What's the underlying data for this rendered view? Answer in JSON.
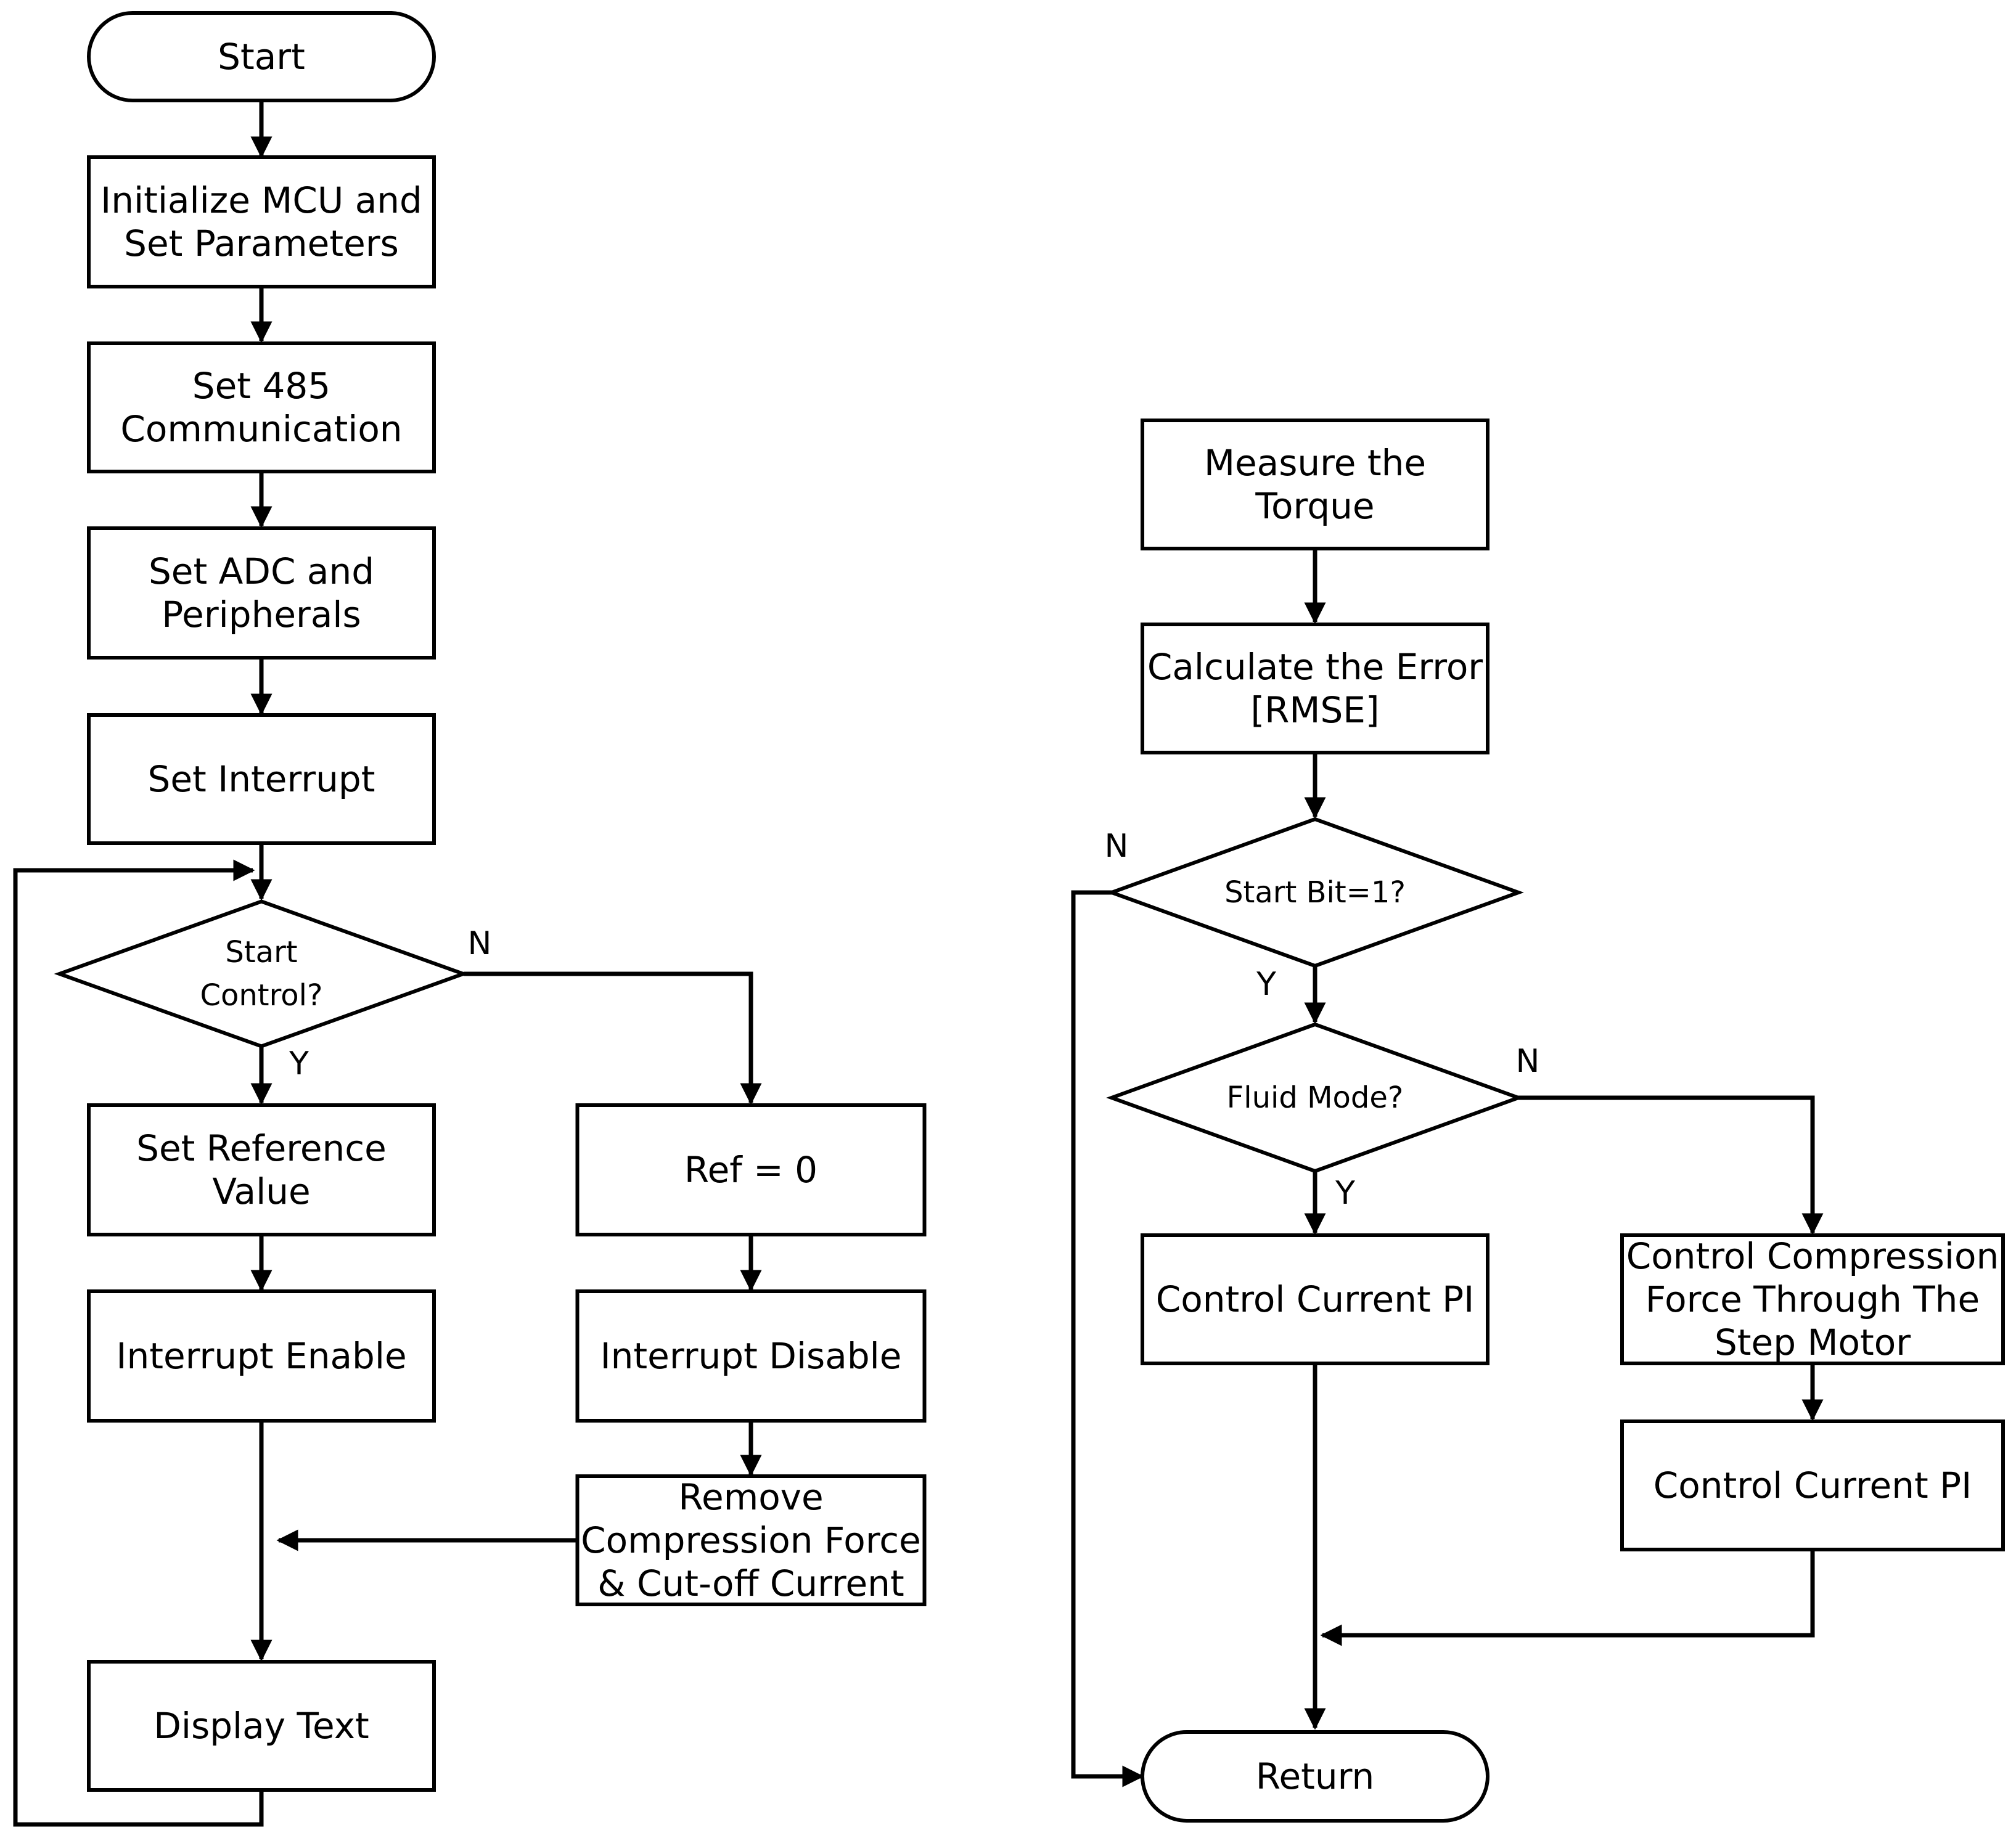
{
  "nodes": {
    "start": {
      "shape": "terminal",
      "lines": [
        "Start"
      ]
    },
    "init_mcu": {
      "shape": "process",
      "lines": [
        "Initialize MCU and",
        "Set Parameters"
      ]
    },
    "set_485": {
      "shape": "process",
      "lines": [
        "Set 485",
        "Communication"
      ]
    },
    "set_adc": {
      "shape": "process",
      "lines": [
        "Set ADC and",
        "Peripherals"
      ]
    },
    "set_interrupt": {
      "shape": "process",
      "lines": [
        "Set Interrupt"
      ]
    },
    "start_control": {
      "shape": "decision",
      "lines": [
        "Start",
        "Control?"
      ]
    },
    "set_ref": {
      "shape": "process",
      "lines": [
        "Set Reference",
        "Value"
      ]
    },
    "ref_zero": {
      "shape": "process",
      "lines": [
        "Ref = 0"
      ]
    },
    "int_enable": {
      "shape": "process",
      "lines": [
        "Interrupt Enable"
      ]
    },
    "int_disable": {
      "shape": "process",
      "lines": [
        "Interrupt Disable"
      ]
    },
    "remove_force": {
      "shape": "process",
      "lines": [
        "Remove",
        "Compression Force",
        "& Cut-off Current"
      ]
    },
    "display_text": {
      "shape": "process",
      "lines": [
        "Display Text"
      ]
    },
    "measure_torque": {
      "shape": "process",
      "lines": [
        "Measure the",
        "Torque"
      ]
    },
    "calc_error": {
      "shape": "process",
      "lines": [
        "Calculate the Error",
        "[RMSE]"
      ]
    },
    "start_bit": {
      "shape": "decision",
      "lines": [
        "Start Bit=1?"
      ]
    },
    "fluid_mode": {
      "shape": "decision",
      "lines": [
        "Fluid Mode?"
      ]
    },
    "ctrl_pi_left": {
      "shape": "process",
      "lines": [
        "Control Current PI"
      ]
    },
    "ctrl_compression": {
      "shape": "process",
      "lines": [
        "Control Compression",
        "Force Through The",
        "Step Motor"
      ]
    },
    "ctrl_pi_right": {
      "shape": "process",
      "lines": [
        "Control Current PI"
      ]
    },
    "return": {
      "shape": "terminal",
      "lines": [
        "Return"
      ]
    }
  },
  "edges": [
    {
      "from": "start",
      "to": "init_mcu"
    },
    {
      "from": "init_mcu",
      "to": "set_485"
    },
    {
      "from": "set_485",
      "to": "set_adc"
    },
    {
      "from": "set_adc",
      "to": "set_interrupt"
    },
    {
      "from": "set_interrupt",
      "to": "start_control"
    },
    {
      "from": "start_control",
      "to": "set_ref",
      "label": "Y"
    },
    {
      "from": "start_control",
      "to": "ref_zero",
      "label": "N"
    },
    {
      "from": "set_ref",
      "to": "int_enable"
    },
    {
      "from": "ref_zero",
      "to": "int_disable"
    },
    {
      "from": "int_disable",
      "to": "remove_force"
    },
    {
      "from": "int_enable",
      "to": "display_text"
    },
    {
      "from": "remove_force",
      "to": "display_text"
    },
    {
      "from": "display_text",
      "to": "start_control"
    },
    {
      "from": "measure_torque",
      "to": "calc_error"
    },
    {
      "from": "calc_error",
      "to": "start_bit"
    },
    {
      "from": "start_bit",
      "to": "fluid_mode",
      "label": "Y"
    },
    {
      "from": "start_bit",
      "to": "return",
      "label": "N"
    },
    {
      "from": "fluid_mode",
      "to": "ctrl_pi_left",
      "label": "Y"
    },
    {
      "from": "fluid_mode",
      "to": "ctrl_compression",
      "label": "N"
    },
    {
      "from": "ctrl_compression",
      "to": "ctrl_pi_right"
    },
    {
      "from": "ctrl_pi_left",
      "to": "return"
    },
    {
      "from": "ctrl_pi_right",
      "to": "return"
    }
  ],
  "branch_labels": {
    "start_control_n": "N",
    "start_control_y": "Y",
    "start_bit_n": "N",
    "start_bit_y": "Y",
    "fluid_mode_n": "N",
    "fluid_mode_y": "Y"
  },
  "colors": {
    "stroke": "#000000",
    "fill": "#ffffff",
    "text": "#000000"
  }
}
